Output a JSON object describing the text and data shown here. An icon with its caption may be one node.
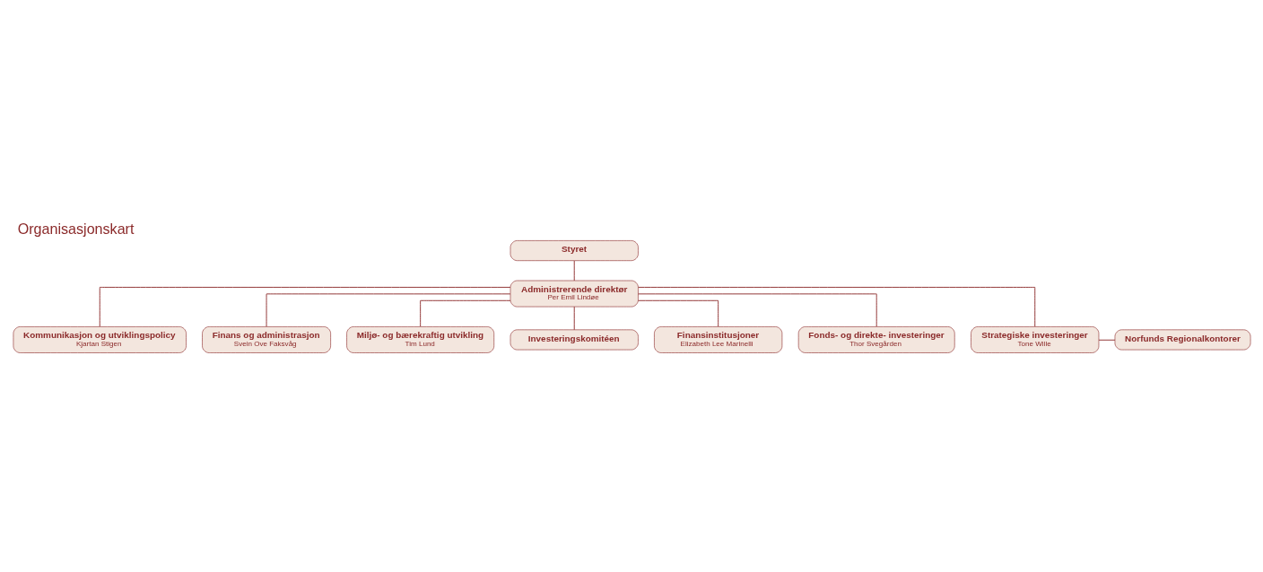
{
  "diagram": {
    "title": "Organisasjonskart",
    "nodes": [
      {
        "text": [
          "Styret"
        ]
      },
      {
        "text": [
          "Administrerende direktør",
          "Per Emil Lindøe"
        ]
      },
      {
        "text": [
          "Kommunikasjon og utviklingspolicy",
          "Kjartan Stigen"
        ]
      },
      {
        "text": [
          "Finans og administrasjon",
          "Svein Ove Faksvåg"
        ]
      },
      {
        "text": [
          "Miljø- og bærekraftig utvikling",
          "Tim Lund"
        ]
      },
      {
        "text": [
          "Investeringskomitéen"
        ]
      },
      {
        "text": [
          "Finansinstitusjoner",
          "Elizabeth Lee Marinelli"
        ]
      },
      {
        "text": [
          "Fonds- og direkte- investeringer",
          "Thor Svegården"
        ]
      },
      {
        "text": [
          "Strategiske investeringer",
          "Tone Wille"
        ]
      },
      {
        "text": [
          "Norfunds Regionalkontorer"
        ]
      }
    ],
    "edges": [
      {
        "from": 0,
        "to": 1,
        "arrow": "none"
      },
      {
        "from": 1,
        "to": 2,
        "arrow": "none"
      },
      {
        "from": 1,
        "to": 3,
        "arrow": "none"
      },
      {
        "from": 1,
        "to": 4,
        "arrow": "none"
      },
      {
        "from": 1,
        "to": 5,
        "arrow": "none"
      },
      {
        "from": 1,
        "to": 6,
        "arrow": "none"
      },
      {
        "from": 1,
        "to": 7,
        "arrow": "none"
      },
      {
        "from": 1,
        "to": 8,
        "arrow": "none"
      },
      {
        "from": 8,
        "to": 9,
        "arrow": "none"
      }
    ]
  }
}
